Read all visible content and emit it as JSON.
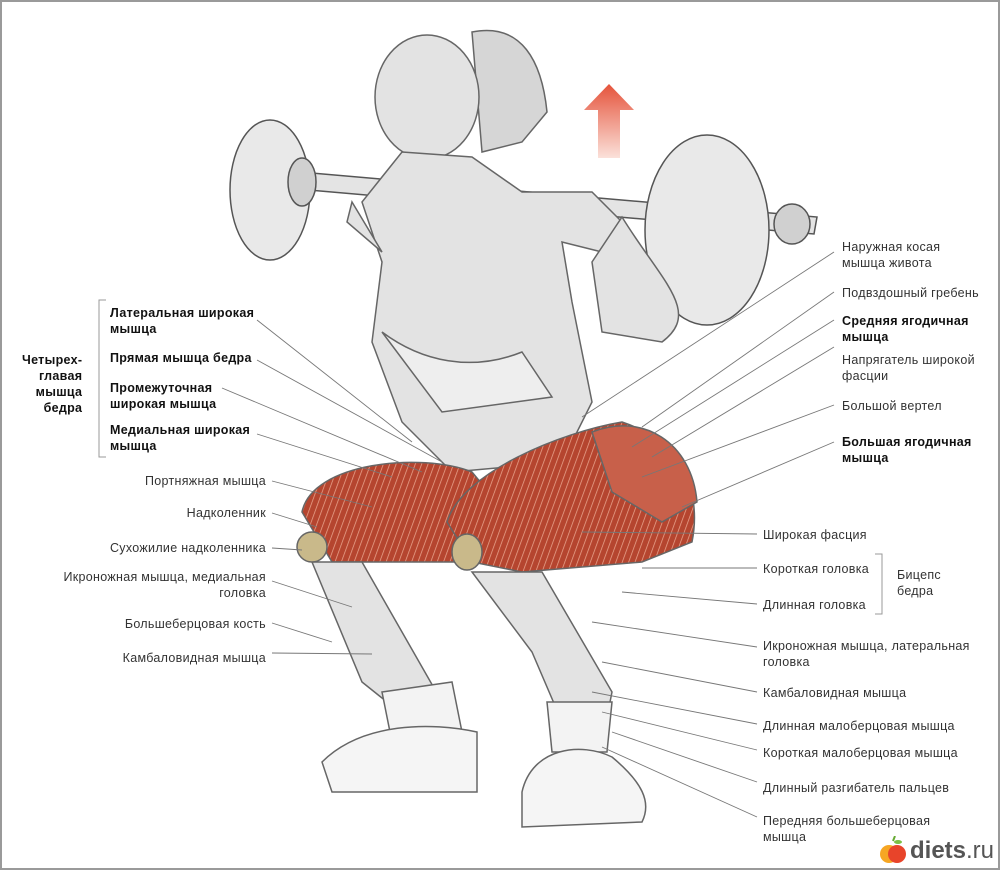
{
  "colors": {
    "muscle": "#b5452f",
    "arrow": "#e5533b",
    "line": "#777777",
    "skin": "#d9d9d9"
  },
  "left_group": {
    "title": "Четырех-главая мышца бедра",
    "title_lines": [
      "Четырех-",
      "главая",
      "мышца",
      "бедра"
    ],
    "items": [
      {
        "lines": [
          "Латеральная широкая",
          "мышца"
        ]
      },
      {
        "lines": [
          "Прямая мышца бедра"
        ]
      },
      {
        "lines": [
          "Промежуточная",
          "широкая мышца"
        ]
      },
      {
        "lines": [
          "Медиальная широкая",
          "мышца"
        ]
      }
    ]
  },
  "left_labels": [
    {
      "lines": [
        "Портняжная мышца"
      ]
    },
    {
      "lines": [
        "Надколенник"
      ]
    },
    {
      "lines": [
        "Сухожилие надколенника"
      ]
    },
    {
      "lines": [
        "Икроножная мышца, медиальная",
        "головка"
      ]
    },
    {
      "lines": [
        "Большеберцовая кость"
      ]
    },
    {
      "lines": [
        "Камбаловидная мышца"
      ]
    }
  ],
  "right_upper_labels": [
    {
      "lines": [
        "Наружная косая",
        "мышца живота"
      ],
      "bold": false
    },
    {
      "lines": [
        "Подвздошный гребень"
      ],
      "bold": false
    },
    {
      "lines": [
        "Средняя ягодичная",
        "мышца"
      ],
      "bold": true
    },
    {
      "lines": [
        "Напрягатель широкой",
        "фасции"
      ],
      "bold": false
    },
    {
      "lines": [
        "Большой вертел"
      ],
      "bold": false
    },
    {
      "lines": [
        "Большая ягодичная",
        "мышца"
      ],
      "bold": true
    }
  ],
  "right_lower_labels": [
    {
      "lines": [
        "Широкая фасция"
      ]
    },
    {
      "lines": [
        "Короткая головка"
      ]
    },
    {
      "lines": [
        "Длинная головка"
      ]
    },
    {
      "lines": [
        "Икроножная мышца, латеральная",
        "головка"
      ]
    },
    {
      "lines": [
        "Камбаловидная мышца"
      ]
    },
    {
      "lines": [
        "Длинная малоберцовая мышца"
      ]
    },
    {
      "lines": [
        "Короткая малоберцовая мышца"
      ]
    },
    {
      "lines": [
        "Длинный разгибатель пальцев"
      ]
    },
    {
      "lines": [
        "Передняя большеберцовая",
        "мышца"
      ]
    }
  ],
  "biceps_group": {
    "lines": [
      "Бицепс",
      "бедра"
    ]
  },
  "logo": {
    "name": "diets",
    "tld": ".ru",
    "icon": "apple-icon"
  }
}
